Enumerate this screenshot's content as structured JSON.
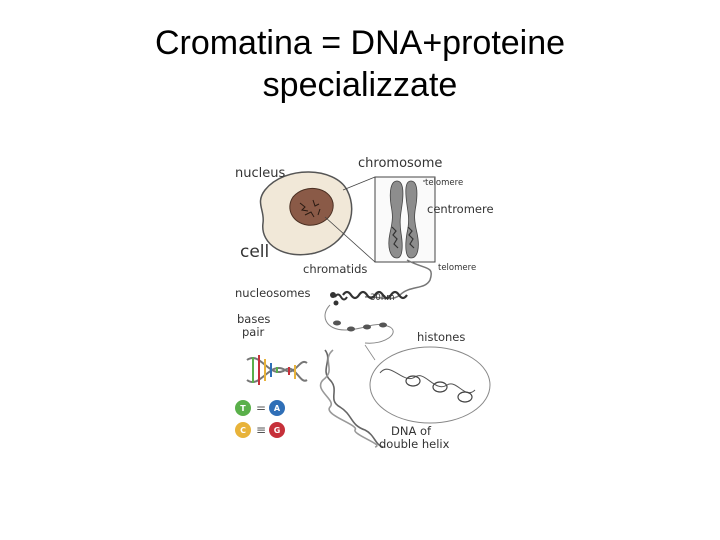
{
  "title": {
    "line1": "Cromatina = DNA+proteine",
    "line2": "specializzate"
  },
  "diagram": {
    "labels": {
      "nucleus": "nucleus",
      "cell": "cell",
      "chromosome": "chromosome",
      "telomere_top": "telomere",
      "centromere": "centromere",
      "chromatids": "chromatids",
      "telomere_bottom": "telomere",
      "nucleosomes": "nucleosomes",
      "size_30nm": "30nm",
      "bases_pair_line1": "bases",
      "bases_pair_line2": "pair",
      "histones": "histones",
      "dna_line1": "DNA of",
      "dna_line2": "double helix"
    },
    "base_pairs": [
      {
        "left": "T",
        "bond": "=",
        "right": "A",
        "left_color": "#5ab04a",
        "right_color": "#2f6fb7"
      },
      {
        "left": "C",
        "bond": "≡",
        "right": "G",
        "left_color": "#e8b33a",
        "right_color": "#c6303a"
      }
    ],
    "icons": {
      "cell": "cell-drawing",
      "chromosome": "chromosome-drawing",
      "helix": "dna-helix-drawing"
    },
    "colors": {
      "cell_fill": "#f1e8d8",
      "nucleus_fill": "#8a5a47",
      "chromosome_fill": "#8d8d8d"
    }
  }
}
